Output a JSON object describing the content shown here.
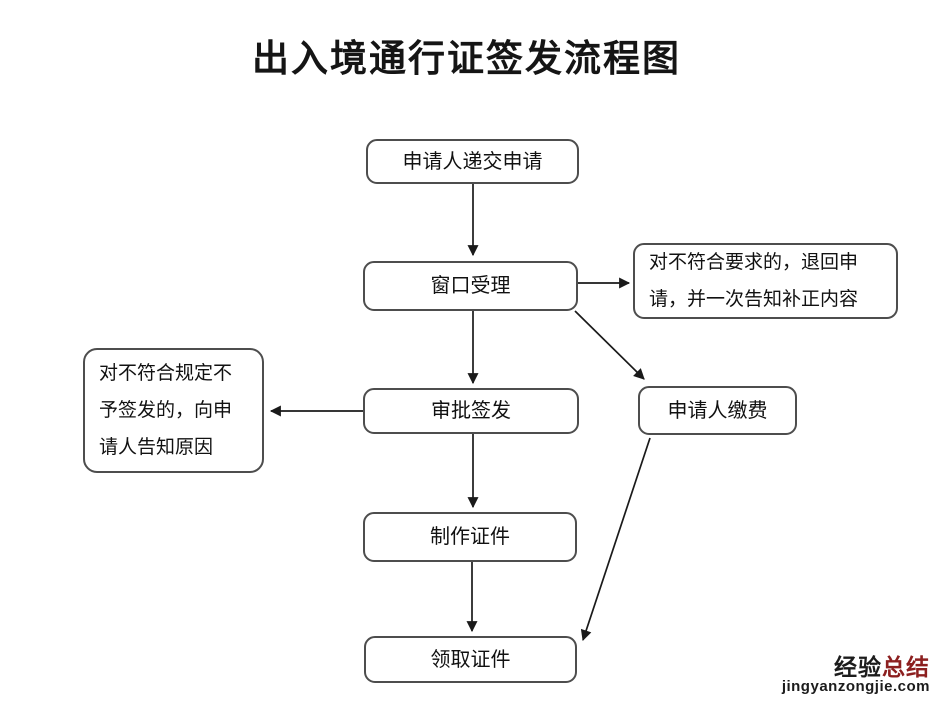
{
  "title": "出入境通行证签发流程图",
  "chart_type": "flowchart",
  "nodes": {
    "submit": {
      "label": "申请人递交申请"
    },
    "accept": {
      "label": "窗口受理"
    },
    "return_note": {
      "label": "对不符合要求的，退回申请，并一次告知补正内容"
    },
    "approve": {
      "label": "审批签发"
    },
    "reject_note": {
      "label": "对不符合规定不予签发的，向申请人告知原因"
    },
    "pay": {
      "label": "申请人缴费"
    },
    "produce": {
      "label": "制作证件"
    },
    "collect": {
      "label": "领取证件"
    }
  },
  "edges": [
    {
      "from": "submit",
      "to": "accept"
    },
    {
      "from": "accept",
      "to": "return_note"
    },
    {
      "from": "accept",
      "to": "approve"
    },
    {
      "from": "accept",
      "to": "pay"
    },
    {
      "from": "approve",
      "to": "reject_note"
    },
    {
      "from": "approve",
      "to": "produce"
    },
    {
      "from": "produce",
      "to": "collect"
    },
    {
      "from": "pay",
      "to": "collect"
    }
  ],
  "watermark": {
    "brand_black": "经验",
    "brand_red": "总结",
    "site": "jingyanzongjie.com"
  },
  "colors": {
    "background": "#ffffff",
    "box_border": "#4d4d4d",
    "arrow": "#1a1a1a",
    "text": "#111111",
    "watermark_red": "#8c1f1f",
    "watermark_black": "#1c1c1c"
  }
}
